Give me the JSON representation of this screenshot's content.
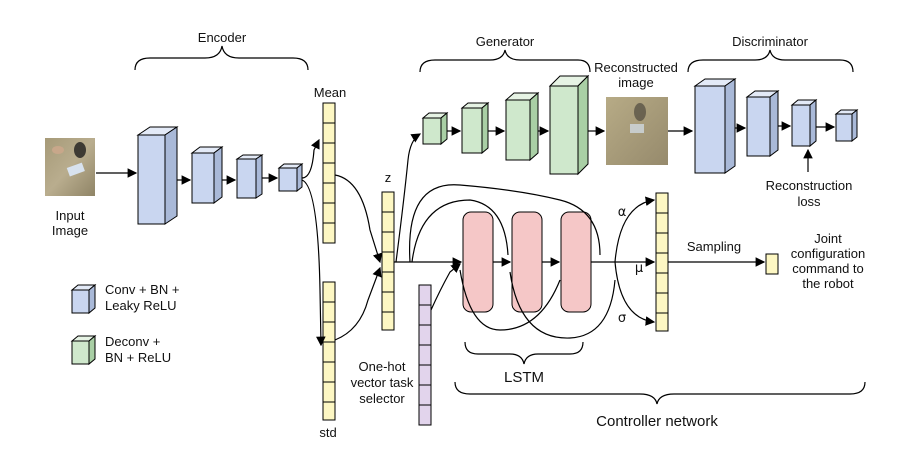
{
  "labels": {
    "encoder": "Encoder",
    "generator": "Generator",
    "discriminator": "Discriminator",
    "reconstructed_image": [
      "Reconstructed",
      "image"
    ],
    "input_image": [
      "Input",
      "Image"
    ],
    "mean": "Mean",
    "std": "std",
    "z": "z",
    "alpha": "α",
    "mu": "μ",
    "sigma": "σ",
    "sampling": "Sampling",
    "joint_command": [
      "Joint",
      "configuration",
      "command to",
      "the robot"
    ],
    "reconstruction_loss": [
      "Reconstruction",
      "loss"
    ],
    "one_hot": [
      "One-hot",
      "vector task",
      "selector"
    ],
    "lstm": "LSTM",
    "controller_network": "Controller network"
  },
  "legend": [
    {
      "label": [
        "Conv + BN +",
        "Leaky ReLU"
      ],
      "color": "#c9d6f0"
    },
    {
      "label": [
        "Deconv +",
        "BN + ReLU"
      ],
      "color": "#cfe8cc"
    }
  ],
  "colors": {
    "conv": "#c9d6f0",
    "deconv": "#cfe8cc",
    "latent": "#fdf7c3",
    "lstm": "#f5c7c7",
    "task": "#e2d4ec"
  }
}
